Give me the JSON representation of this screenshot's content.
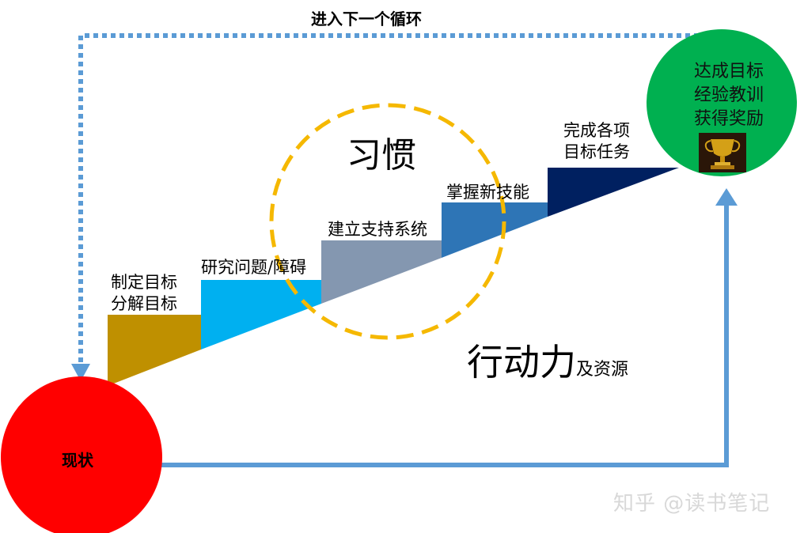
{
  "cycle_label": "进入下一个循环",
  "habit_label": "习惯",
  "action_label": "行动力",
  "action_sub_label": "及资源",
  "current_status": "现状",
  "steps": [
    {
      "lines": [
        "制定目标",
        "分解目标"
      ],
      "color": "#BF9000"
    },
    {
      "lines": [
        "研究问题/障碍"
      ],
      "color": "#00B0F0"
    },
    {
      "lines": [
        "建立支持系统"
      ],
      "color": "#8497B0"
    },
    {
      "lines": [
        "掌握新技能"
      ],
      "color": "#2E75B6"
    },
    {
      "lines": [
        "完成各项",
        "目标任务"
      ],
      "color": "#002060"
    }
  ],
  "goal": {
    "lines": [
      "达成目标",
      "经验教训",
      "获得奖励"
    ],
    "color": "#00B050",
    "icon": "trophy-icon"
  },
  "colors": {
    "status_circle": "#FF0000",
    "loop_arrow": "#5B9BD5",
    "habit_circle": "#F5B800"
  },
  "watermark": "知乎 @读书笔记"
}
